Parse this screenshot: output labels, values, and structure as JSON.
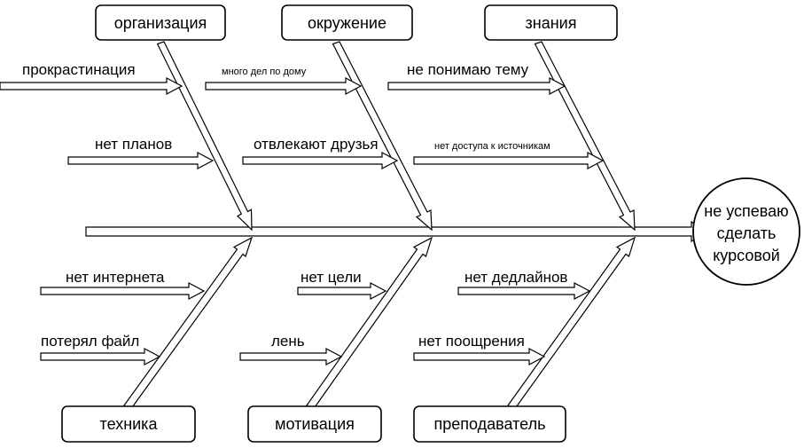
{
  "effect": {
    "lines": [
      "не успеваю",
      "сделать",
      "курсовой"
    ]
  },
  "categories": {
    "organization": "организация",
    "environment": "окружение",
    "knowledge": "знания",
    "technique": "техника",
    "motivation": "мотивация",
    "teacher": "преподаватель"
  },
  "causes": {
    "procrastination": "прокрастинация",
    "no_plans": "нет планов",
    "housework": "много дел по дому",
    "friends": "отвлекают друзья",
    "dont_understand": "не понимаю тему",
    "no_sources": "нет доступа к источникам",
    "no_internet": "нет интернета",
    "lost_file": "потерял файл",
    "no_goal": "нет цели",
    "laziness": "лень",
    "no_deadlines": "нет дедлайнов",
    "no_encouragement": "нет поощрения"
  }
}
